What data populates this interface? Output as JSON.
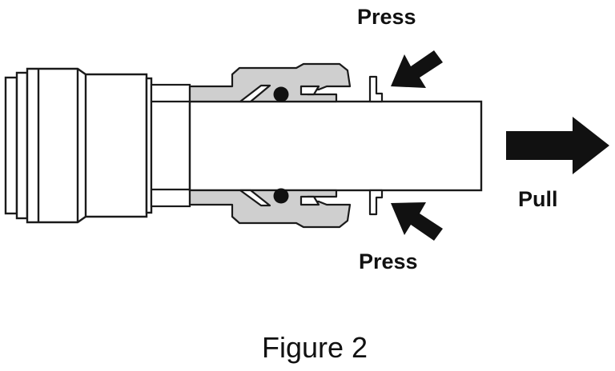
{
  "labels": {
    "press_top": "Press",
    "press_bottom": "Press",
    "pull": "Pull"
  },
  "caption": "Figure 2",
  "colors": {
    "line": "#1a1a1a",
    "collet_fill": "#cfcfcf",
    "background": "#ffffff"
  }
}
